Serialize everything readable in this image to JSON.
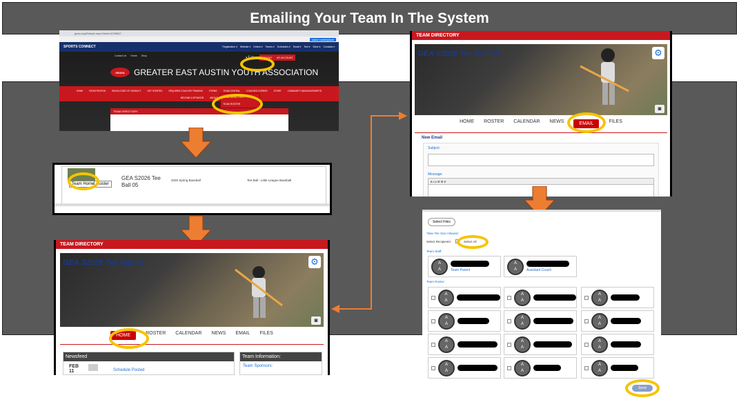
{
  "banner": {
    "title": "Emailing Your Team In The System"
  },
  "shot1": {
    "url": "gesa.org/Default.aspx?tabid=2039667",
    "brand": "SPORTS CONNECT",
    "nav_items": [
      "Registration ▾",
      "Website ▾",
      "Orders ▾",
      "Teams ▾",
      "Schedules ▾",
      "Email ▾",
      "Text ▾",
      "Store ▾",
      "Contacts ▾"
    ],
    "stack_label": "stack marketplace",
    "utility": [
      "Contact Us",
      "Home",
      "Shop"
    ],
    "login": "LOGOUT",
    "my_account": "MY ACCOUNT",
    "org_name": "GREATER EAST AUSTIN YOUTH ASSOCIATION",
    "logo_text": "GEAYA",
    "menu": [
      "HOME",
      "REGISTRATION",
      "GEAYA CODE OF CONDUCT",
      "GET STARTED",
      "REQUIRED COACHES TRAINING",
      "FORMS",
      "TEAM CENTRAL",
      "COACHES CORNER",
      "STORE",
      "COMMUNITY ANNOUNCEMENTS"
    ],
    "menu2": [
      "BECOME A SPONSOR",
      "ABOUT"
    ],
    "dropdown": [
      "TEAM DIRECTORY",
      "TEAM ROSTER"
    ],
    "team_directory": "TEAM DIRECTORY"
  },
  "shot2": {
    "team_home_btn": "Team Home",
    "roster_btn": "Roster",
    "team_name": "GEA S2026 Tee Ball 05",
    "season": "2026 Spring Baseball",
    "division": "Tee Ball - Little League Baseball"
  },
  "shot3": {
    "header": "TEAM DIRECTORY",
    "team_title": "GEA S2026 Tee Ball 05",
    "tabs": [
      "HOME",
      "ROSTER",
      "CALENDAR",
      "NEWS",
      "EMAIL",
      "FILES"
    ],
    "newsfeed": "Newsfeed",
    "team_info": "Team Information:",
    "team_sponsors": "Team Sponsors:",
    "date_month": "FEB",
    "date_day": "11",
    "post_title": "Schedule Posted",
    "gear": "⚙",
    "cam": "◙"
  },
  "shot4": {
    "header": "TEAM DIRECTORY",
    "team_title": "GEA S2026 Tee Ball 05",
    "tabs": [
      "HOME",
      "ROSTER",
      "CALENDAR",
      "NEWS",
      "EMAIL",
      "FILES"
    ],
    "new_email": "New Email",
    "subject_label": "Subject:",
    "message_label": "Message:",
    "toolbar": "B I U ☰ ☰ ⚲"
  },
  "shot5": {
    "select_files": "Select Files",
    "max_size": "*Max File Size Allowed:",
    "select_recipients": "Select Recipients:",
    "select_all": "Select All",
    "team_staff": "Team Staff:",
    "staff": [
      {
        "role": "Team Parent"
      },
      {
        "role": "Assistant Coach"
      }
    ],
    "team_roster": "Team Roster:",
    "avatar_initials": "A A",
    "send": "Send"
  },
  "colors": {
    "accent_red": "#c8181e",
    "highlight": "#f5c400",
    "arrow": "#ed7d31",
    "banner": "#595959"
  }
}
